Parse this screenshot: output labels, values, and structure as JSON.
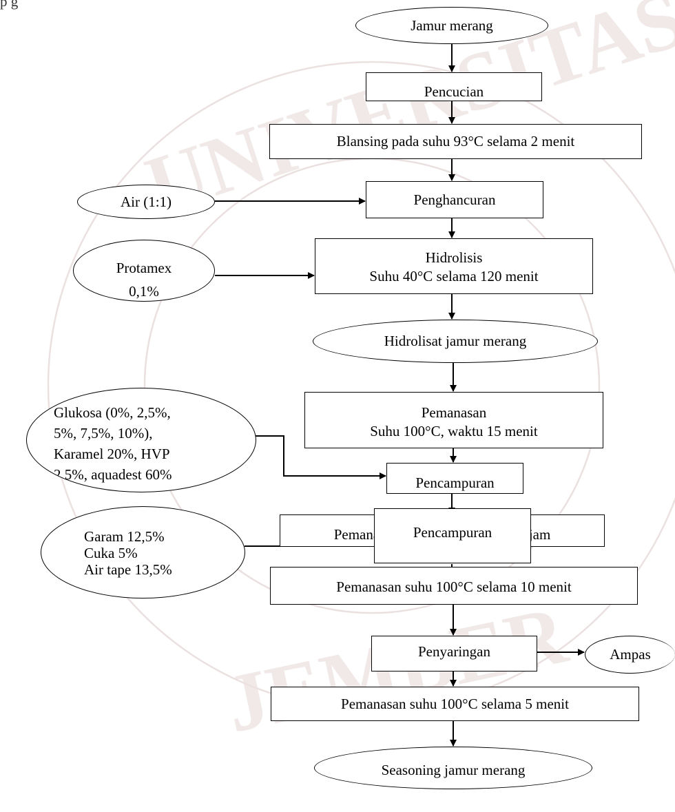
{
  "watermark": {
    "words": [
      "UNIVERSITAS",
      "JEMBER"
    ],
    "color": "#e6d9d9"
  },
  "top_fragment": "p                                                                                                               g",
  "nodes": {
    "jamur_merang": "Jamur merang",
    "pencucian": "Pencucian",
    "blansing": "Blansing pada suhu 93°C selama 2 menit",
    "air": "Air (1:1)",
    "penghancuran": "Penghancuran",
    "protamex_1": "Protamex",
    "protamex_2": "0,1%",
    "hidrolisis_1": "Hidrolisis",
    "hidrolisis_2": "Suhu  40°C selama 120 menit",
    "hidrolisat": "Hidrolisat jamur merang",
    "pemanasan1_1": "Pemanasan",
    "pemanasan1_2": "Suhu 100°C, waktu 15 menit",
    "glukosa_1": "Glukosa (0%, 2,5%,",
    "glukosa_2": "5%, 7,5%, 10%),",
    "glukosa_3": "Karamel 20%, HVP",
    "glukosa_4": "2,5%, aquadest 60%",
    "pencampuran1": "Pencampuran",
    "pemanasan2": "Pemanasan suhu 100°C selama  1 jam",
    "garam_1": "Garam 12,5%",
    "garam_2": "Cuka 5%",
    "garam_3": "Air tape 13,5%",
    "pencampuran2": "Pencampuran",
    "pemanasan3": "Pemanasan suhu 100°C selama 10 menit",
    "penyaringan": "Penyaringan",
    "ampas": "Ampas",
    "pemanasan4": "Pemanasan suhu 100°C selama 5 menit",
    "seasoning": "Seasoning jamur merang"
  }
}
